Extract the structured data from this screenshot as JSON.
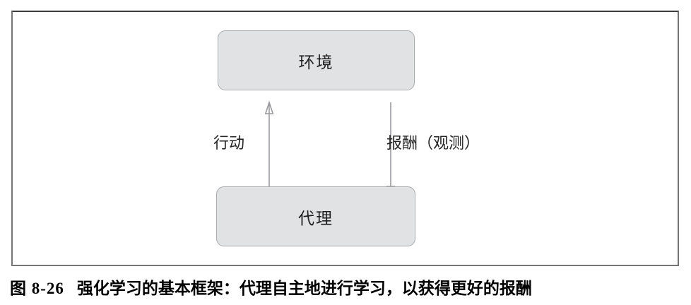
{
  "diagram": {
    "nodes": {
      "environment": {
        "label": "环境"
      },
      "agent": {
        "label": "代理"
      }
    },
    "edges": {
      "action": {
        "label": "行动",
        "direction": "agent-to-environment"
      },
      "reward": {
        "label": "报酬（观测）",
        "direction": "environment-to-agent"
      }
    }
  },
  "caption": {
    "figure_number": "图 8-26",
    "text": "强化学习的基本框架：代理自主地进行学习，以获得更好的报酬"
  },
  "colors": {
    "node_fill": "#e1e2e4",
    "node_border": "#a9aaad",
    "arrow": "#9a9a9e",
    "frame_border": "#757575",
    "text": "#1e1e1e",
    "caption_text": "#000000",
    "background": "#ffffff"
  }
}
